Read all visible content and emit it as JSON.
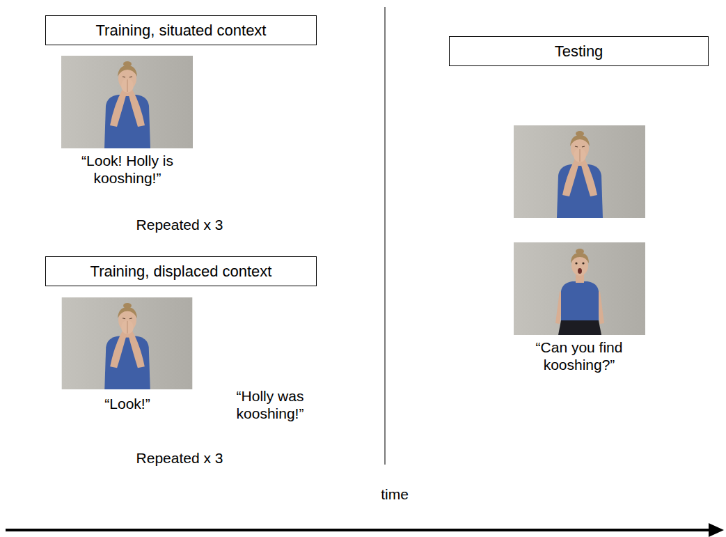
{
  "diagram": {
    "nodes": [
      {
        "text": [
          "Training, situated context"
        ]
      },
      {
        "text": [
          "Training, displaced context"
        ]
      },
      {
        "text": [
          "Testing"
        ]
      }
    ],
    "labels": [
      "“Look! Holly is kooshing!”",
      "Repeated x 3",
      "“Look!”",
      "“Holly was kooshing!”",
      "Repeated x 3",
      "“Can you find kooshing?”",
      "time"
    ]
  }
}
